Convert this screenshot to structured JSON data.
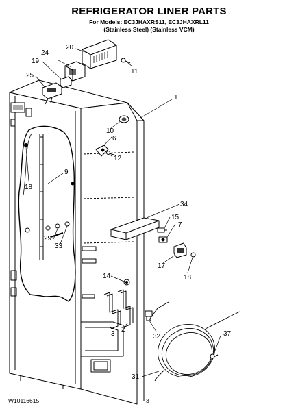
{
  "header": {
    "title": "REFRIGERATOR LINER PARTS",
    "models_line": "For Models: EC3JHAXRS11, EC3JHAXRL11",
    "variants_line": "(Stainless Steel)  (Stainless VCM)"
  },
  "callouts": {
    "c1": "1",
    "c2": "2",
    "c3": "3",
    "c6": "6",
    "c7": "7",
    "c9": "9",
    "c10": "10",
    "c11": "11",
    "c12": "12",
    "c14": "14",
    "c15": "15",
    "c17": "17",
    "c18a": "18",
    "c18b": "18",
    "c19": "19",
    "c20": "20",
    "c24": "24",
    "c25": "25",
    "c29": "29",
    "c31": "31",
    "c32": "32",
    "c33": "33",
    "c34": "34",
    "c37": "37"
  },
  "footer": {
    "doc_number": "W10116615",
    "page_number": "3"
  }
}
